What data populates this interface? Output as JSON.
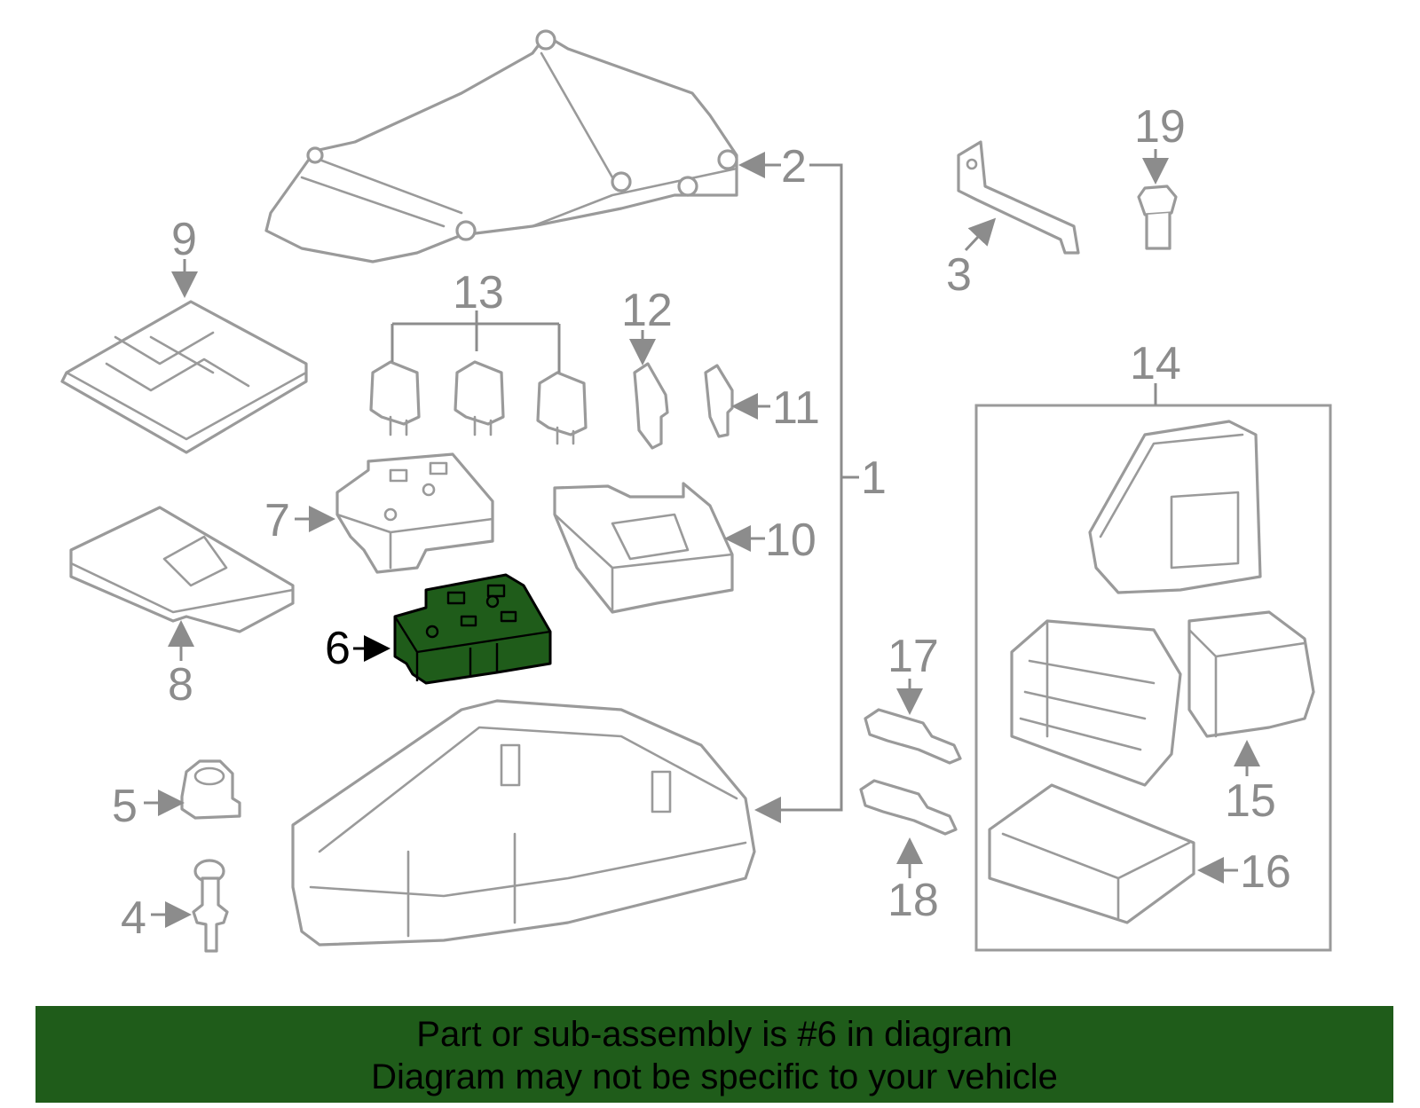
{
  "diagram": {
    "highlighted_part": "6",
    "callouts": {
      "c1": "1",
      "c2": "2",
      "c3": "3",
      "c4": "4",
      "c5": "5",
      "c6": "6",
      "c7": "7",
      "c8": "8",
      "c9": "9",
      "c10": "10",
      "c11": "11",
      "c12": "12",
      "c13": "13",
      "c14": "14",
      "c15": "15",
      "c16": "16",
      "c17": "17",
      "c18": "18",
      "c19": "19"
    },
    "colors": {
      "highlight": "#1f5c1a",
      "line": "#9a9a9a",
      "caption_bar": "#1f5c1a"
    }
  },
  "caption": {
    "line1": "Part or sub-assembly is #6 in diagram",
    "line2": "Diagram may not be specific to your vehicle"
  }
}
